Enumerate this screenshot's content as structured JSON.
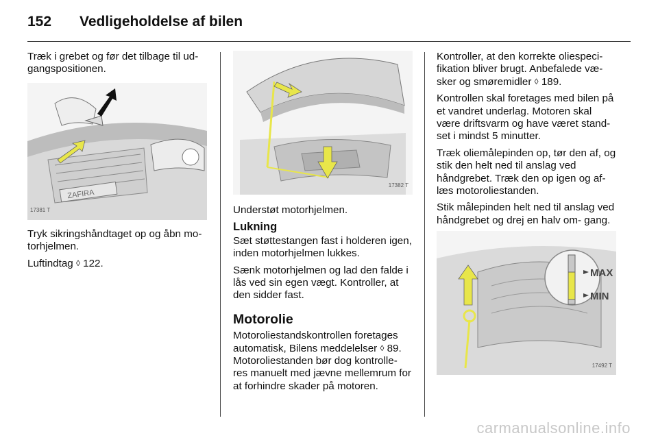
{
  "header": {
    "page_number": "152",
    "title": "Vedligeholdelse af bilen"
  },
  "col1": {
    "p1": "Træk i grebet og før det tilbage til ud- gangspositionen.",
    "fig_code": "17381 T",
    "p2": "Tryk sikringshåndtaget op og åbn mo- torhjelmen.",
    "p3_text": "Luftindtag",
    "p3_ref": "122."
  },
  "col2": {
    "fig_code": "17382 T",
    "caption": "Understøt motorhjelmen.",
    "sub_heading": "Lukning",
    "p1": "Sæt støttestangen fast i holderen igen, inden motorhjelmen lukkes.",
    "p2": "Sænk motorhjelmen og lad den falde i lås ved sin egen vægt. Kontroller, at den sidder fast.",
    "section_heading": "Motorolie",
    "p3_text": "Motoroliestandskontrollen foretages automatisk, Bilens meddelelser",
    "p3_ref": "89.",
    "p4": "Motoroliestanden bør dog kontrolle- res manuelt med jævne mellemrum for at forhindre skader på motoren."
  },
  "col3": {
    "p1_text": "Kontroller, at den korrekte oliespeci- fikation bliver brugt. Anbefalede væ- sker og smøremidler",
    "p1_ref": "189.",
    "p2": "Kontrollen skal foretages med bilen på et vandret underlag. Motoren skal være driftsvarm og have været stand- set i mindst 5 minutter.",
    "p3": "Træk oliemålepinden op, tør den af, og stik den helt ned til anslag ved håndgrebet. Træk den op igen og af- læs motoroliestanden.",
    "p4": "Stik målepinden helt ned til anslag ved håndgrebet og drej en halv om- gang.",
    "fig_code": "17492 T",
    "label_max": "MAX",
    "label_min": "MIN",
    "plate_text": "ZAFIRA"
  },
  "ref_symbol": "◊",
  "accent_color": "#e8e64a",
  "watermark": "carmanualsonline.info"
}
